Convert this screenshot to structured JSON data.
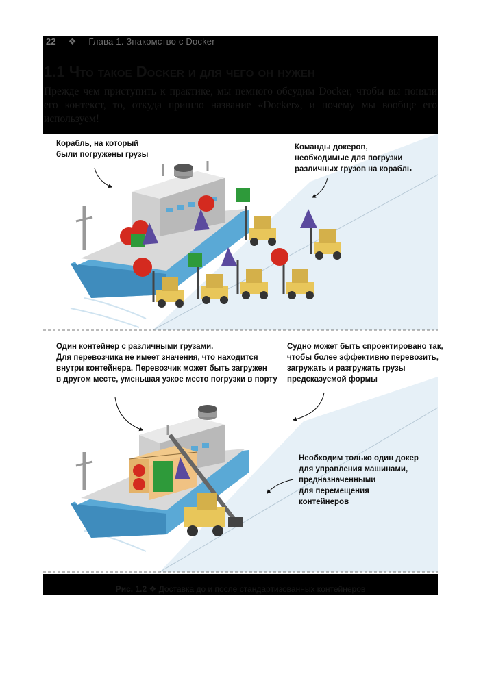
{
  "header": {
    "page_number": "22",
    "separator": "❖",
    "chapter": "Глава 1. Знакомство с Docker"
  },
  "section": {
    "title": "1.1 Что такое Docker и для чего он нужен",
    "intro": "Прежде чем приступить к практике, мы немного обсудим Docker, чтобы вы поняли его контекст, то, откуда пришло название «Docker», и почему мы вообще его используем!"
  },
  "figure": {
    "top_left_note": "Корабль, на который\nбыли погружены грузы",
    "top_right_note": "Команды докеров,\nнеобходимые для погрузки\nразличных грузов на корабль",
    "bottom_left_note": "Один контейнер с различными грузами.\nДля перевозчика не имеет значения, что находится\nвнутри контейнера. Перевозчик может быть загружен\nв другом месте, уменьшая узкое место погрузки в порту",
    "bottom_right_note": "Судно может быть спроектировано так,\nчтобы более эффективно перевозить,\nзагружать и разгружать грузы\nпредсказуемой формы",
    "dock_note": "Необходим только один докер\nдля управления машинами,\nпредназначенными\nдля перемещения\nконтейнеров",
    "colors": {
      "hull": "#5aa9d6",
      "deck": "#d9d9d9",
      "forklift": "#e8c65a",
      "cargo_red": "#d42a1f",
      "cargo_green": "#2e9a3a",
      "cargo_purple": "#5b4a9e",
      "sea": "#e8f2f8"
    }
  },
  "caption": {
    "label": "Рис. 1.2",
    "separator": "❖",
    "text": "Доставка до и после стандартизованных контейнеров"
  }
}
